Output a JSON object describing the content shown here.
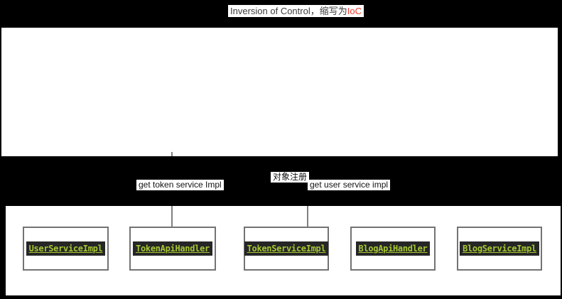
{
  "title": {
    "text": "Inversion of Control，缩写为",
    "highlight": "IoC"
  },
  "middle_labels": {
    "get_token": "get token service Impl",
    "register": "对象注册",
    "get_user": "get user service impl"
  },
  "bottom_boxes": [
    {
      "label": "UserServiceImpl"
    },
    {
      "label": "TokenApiHandler"
    },
    {
      "label": "TokenServiceImpl"
    },
    {
      "label": "BlogApiHandler"
    },
    {
      "label": "BlogServiceImpl"
    }
  ],
  "colors": {
    "page_background": "#000000",
    "panel_background": "#ffffff",
    "title_highlight_red": "#ee3b2e",
    "code_text_green": "#a6c832",
    "code_label_background": "#262626",
    "box_border_gray": "#737373",
    "connector_line_gray": "#808080"
  }
}
